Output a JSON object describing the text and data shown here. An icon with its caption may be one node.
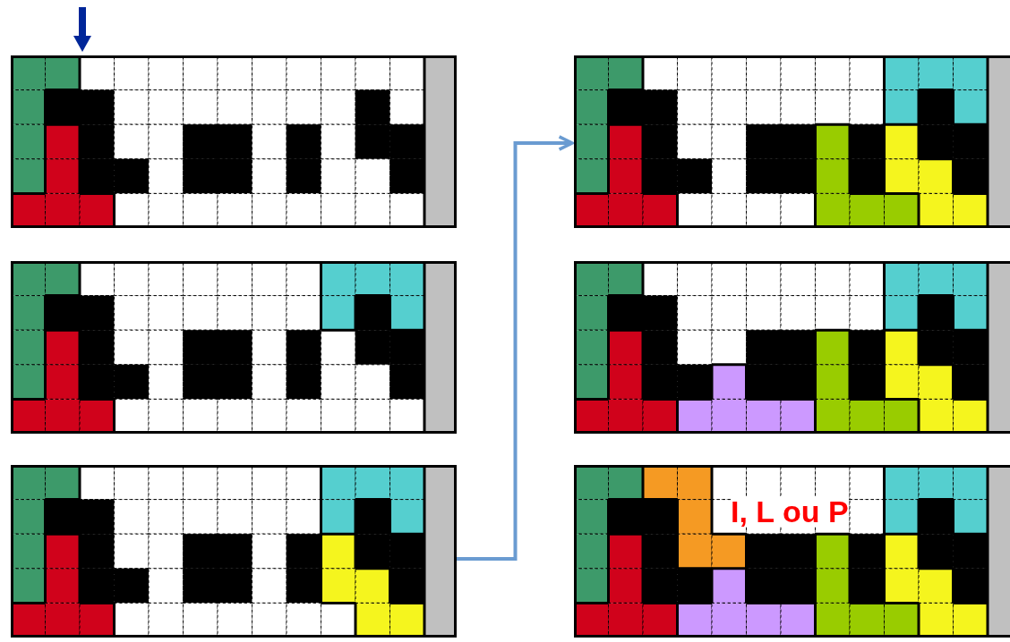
{
  "diagram": {
    "nodes": [
      {
        "text": [],
        "shape": "box"
      },
      {
        "text": [],
        "shape": "box"
      },
      {
        "text": [],
        "shape": "box"
      },
      {
        "text": [],
        "shape": "box"
      },
      {
        "text": [],
        "shape": "box"
      },
      {
        "text": [],
        "shape": "box"
      }
    ],
    "edges": [
      {
        "from": 4,
        "to": 1,
        "arrow": "to",
        "color": "#6a9bd1"
      }
    ],
    "labels": [
      "I, L ou P"
    ]
  }
}
